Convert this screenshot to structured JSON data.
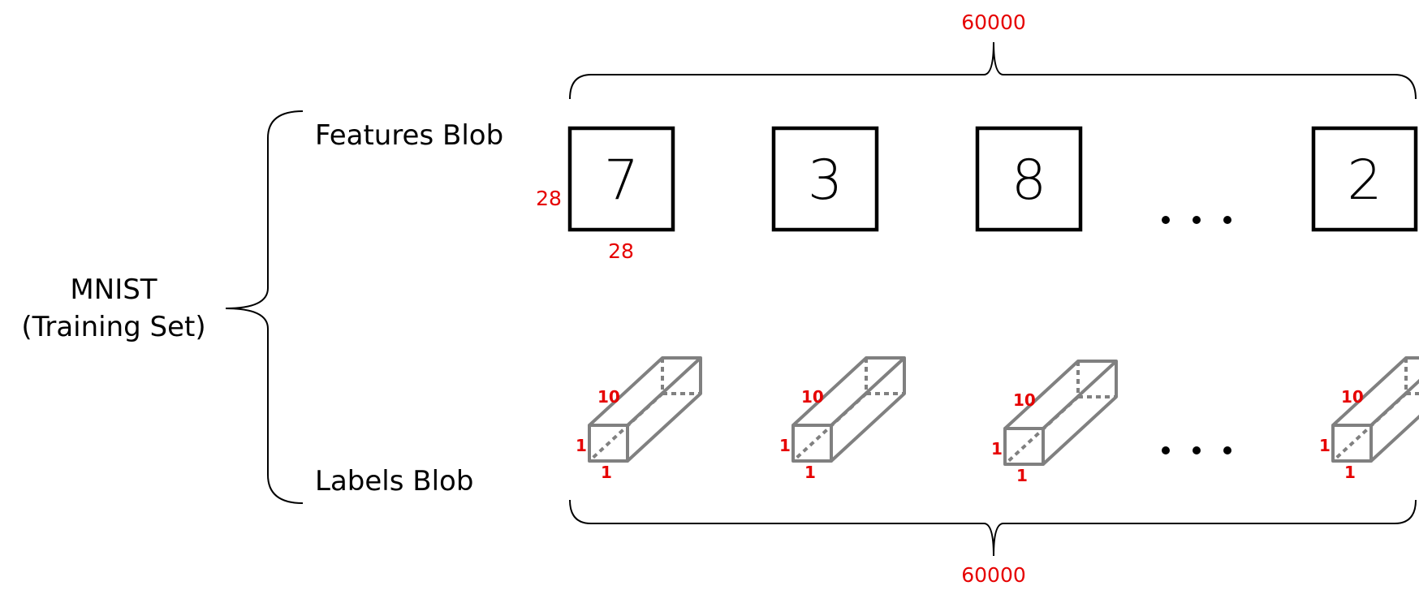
{
  "dataset": {
    "title_line1": "MNIST",
    "title_line2": "(Training Set)"
  },
  "features": {
    "label": "Features Blob",
    "count": "60000",
    "height_label": "28",
    "width_label": "28",
    "digits": [
      "7",
      "3",
      "8",
      "2"
    ],
    "ellipsis": "• • •"
  },
  "labels": {
    "label": "Labels Blob",
    "count": "60000",
    "depth_label": "10",
    "height_label": "1",
    "width_label": "1",
    "ellipsis": "• • •"
  },
  "colors": {
    "dimension_text": "#e60000",
    "prism_stroke": "#808080"
  }
}
